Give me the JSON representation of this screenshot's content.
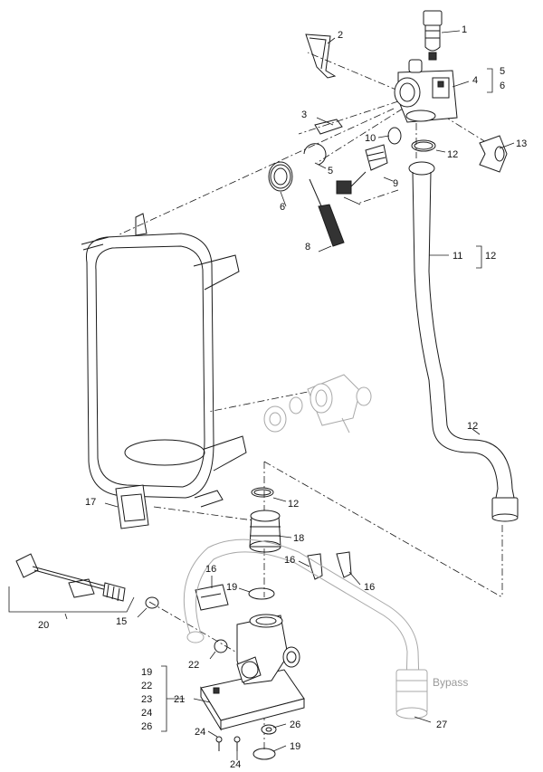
{
  "labels": {
    "p1": "1",
    "p2": "2",
    "p3": "3",
    "p4": "4",
    "p5a": "5",
    "p6a": "6",
    "p13": "13",
    "p10": "10",
    "p12a": "12",
    "p5b": "5",
    "p9": "9",
    "p6b": "6",
    "p8": "8",
    "p11": "11",
    "p12b": "12",
    "p12c": "12",
    "p17": "17",
    "p12d": "12",
    "p18": "18",
    "p16a": "16",
    "p16b": "16",
    "p16c": "16",
    "p19a": "19",
    "p15": "15",
    "p20": "20",
    "p22a": "22",
    "p21": "21",
    "p27": "27",
    "p24a": "24",
    "p24b": "24",
    "p26a": "26",
    "p19b": "19"
  },
  "kit_21": [
    "19",
    "22",
    "23",
    "24",
    "26"
  ],
  "bypass_label": "Bypass",
  "colors": {
    "ink": "#1a1a1a",
    "ghost": "#a8a8a8",
    "background": "#ffffff"
  }
}
